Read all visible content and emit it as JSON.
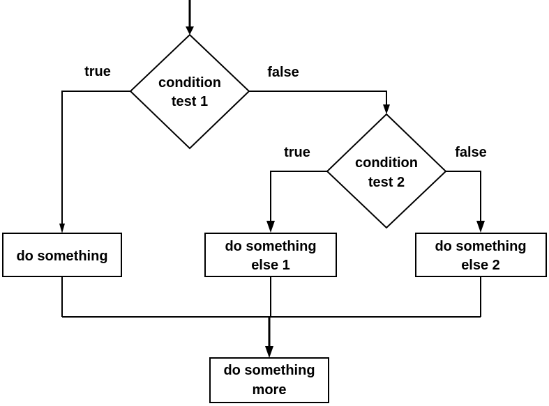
{
  "decision_1": {
    "line1": "condition",
    "line2": "test 1",
    "true_label": "true",
    "false_label": "false"
  },
  "decision_2": {
    "line1": "condition",
    "line2": "test 2",
    "true_label": "true",
    "false_label": "false"
  },
  "process_1": {
    "line1": "do something"
  },
  "process_2": {
    "line1": "do something",
    "line2": "else 1"
  },
  "process_3": {
    "line1": "do something",
    "line2": "else 2"
  },
  "process_final": {
    "line1": "do something",
    "line2": "more"
  }
}
